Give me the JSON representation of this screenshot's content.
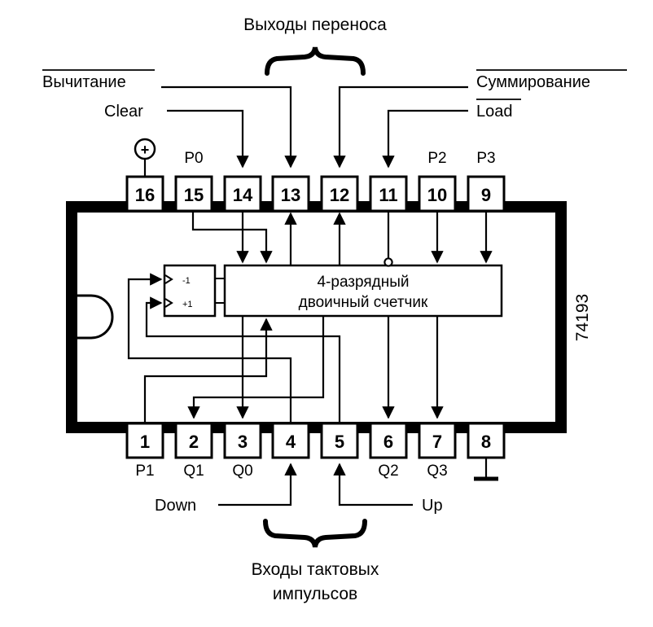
{
  "labels": {
    "carry_outputs": "Выходы переноса",
    "subtract": "Вычитание",
    "clear": "Clear",
    "sum": "Суммирование",
    "load": "Load",
    "counter_line1": "4-разрядный",
    "counter_line2": "двоичный счетчик",
    "part_number": "74193",
    "down": "Down",
    "up": "Up",
    "clock_inputs_line1": "Входы тактовых",
    "clock_inputs_line2": "импульсов",
    "vcc_symbol": "+",
    "mux_minus": "-1",
    "mux_plus": "+1"
  },
  "pins_top": [
    {
      "number": "16",
      "label": ""
    },
    {
      "number": "15",
      "label": "P0"
    },
    {
      "number": "14",
      "label": ""
    },
    {
      "number": "13",
      "label": ""
    },
    {
      "number": "12",
      "label": ""
    },
    {
      "number": "11",
      "label": ""
    },
    {
      "number": "10",
      "label": "P2"
    },
    {
      "number": "9",
      "label": "P3"
    }
  ],
  "pins_bottom": [
    {
      "number": "1",
      "label": "P1"
    },
    {
      "number": "2",
      "label": "Q1"
    },
    {
      "number": "3",
      "label": "Q0"
    },
    {
      "number": "4",
      "label": ""
    },
    {
      "number": "5",
      "label": ""
    },
    {
      "number": "6",
      "label": "Q2"
    },
    {
      "number": "7",
      "label": "Q3"
    },
    {
      "number": "8",
      "label": ""
    }
  ]
}
